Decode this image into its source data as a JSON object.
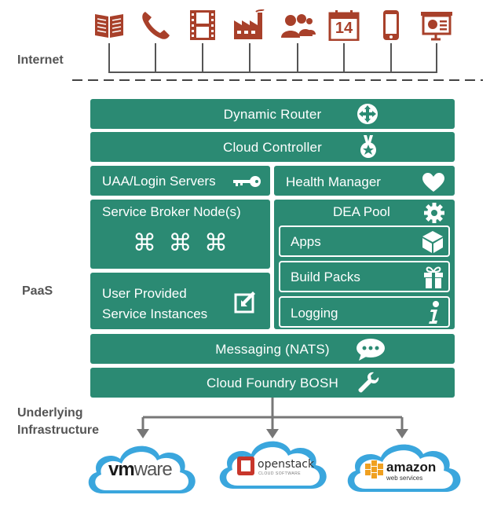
{
  "top_icons": [
    "book-icon",
    "phone-icon",
    "film-icon",
    "factory-icon",
    "people-icon",
    "calendar-icon",
    "mobile-icon",
    "presentation-icon"
  ],
  "calendar_day": "14",
  "labels": {
    "internet": "Internet",
    "paas": "PaaS",
    "infra_line1": "Underlying",
    "infra_line2": "Infrastructure"
  },
  "layers": {
    "router": "Dynamic Router",
    "controller": "Cloud Controller",
    "uaa": "UAA/Login Servers",
    "health": "Health Manager",
    "broker": "Service Broker Node(s)",
    "broker_symbols": "⌘ ⌘ ⌘",
    "user_provided_line1": "User Provided",
    "user_provided_line2": "Service Instances",
    "dea_pool": "DEA Pool",
    "apps": "Apps",
    "build_packs": "Build Packs",
    "logging": "Logging",
    "messaging": "Messaging (NATS)",
    "bosh": "Cloud Foundry BOSH"
  },
  "providers": {
    "vmware_vm": "vm",
    "vmware_ware": "ware",
    "openstack": "openstack",
    "openstack_sub": "CLOUD SOFTWARE",
    "amazon": "amazon",
    "amazon_sub": "web services"
  },
  "colors": {
    "teal": "#2b8a73",
    "orange": "#a8402a",
    "cloud": "#3aa6dd",
    "line": "#555555"
  }
}
